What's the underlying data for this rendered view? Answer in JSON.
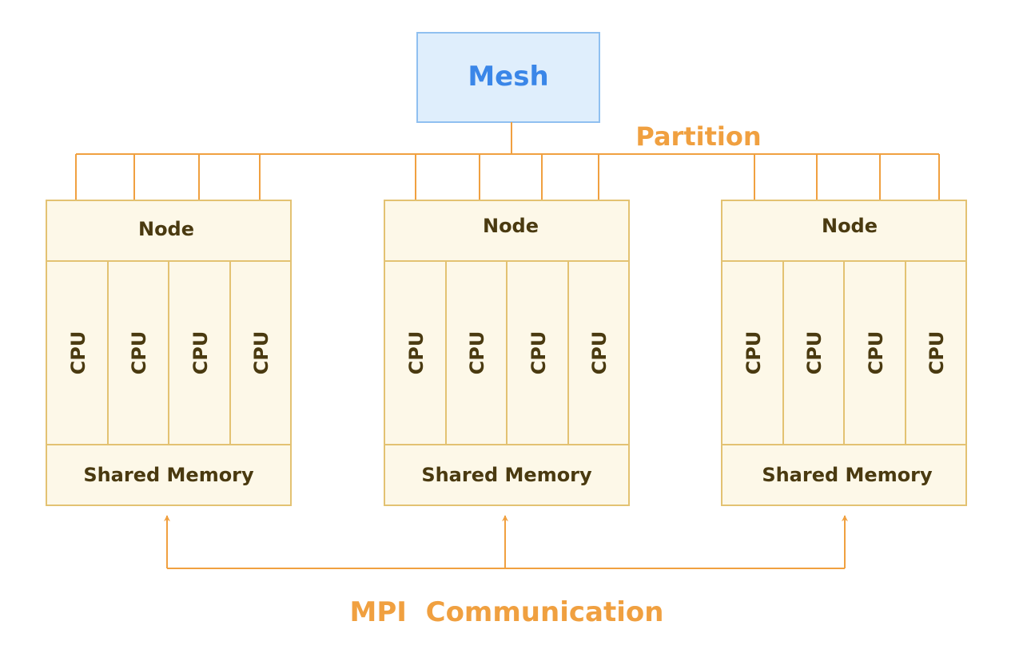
{
  "diagram": {
    "mesh_label": "Mesh",
    "partition_label": "Partition",
    "mpi_label": "MPI  Communication",
    "nodes": [
      {
        "node_label": "Node",
        "cpus": [
          "CPU",
          "CPU",
          "CPU",
          "CPU"
        ],
        "memory_label": "Shared Memory"
      },
      {
        "node_label": "Node",
        "cpus": [
          "CPU",
          "CPU",
          "CPU",
          "CPU"
        ],
        "memory_label": "Shared Memory"
      },
      {
        "node_label": "Node",
        "cpus": [
          "CPU",
          "CPU",
          "CPU",
          "CPU"
        ],
        "memory_label": "Shared Memory"
      }
    ],
    "colors": {
      "mesh_fill": "#dfeefc",
      "mesh_stroke": "#90c0f0",
      "mesh_text": "#3a86e8",
      "node_fill": "#fdf8e8",
      "node_stroke": "#e3c272",
      "text_dark": "#4a3a10",
      "arrow": "#f0a040"
    }
  }
}
